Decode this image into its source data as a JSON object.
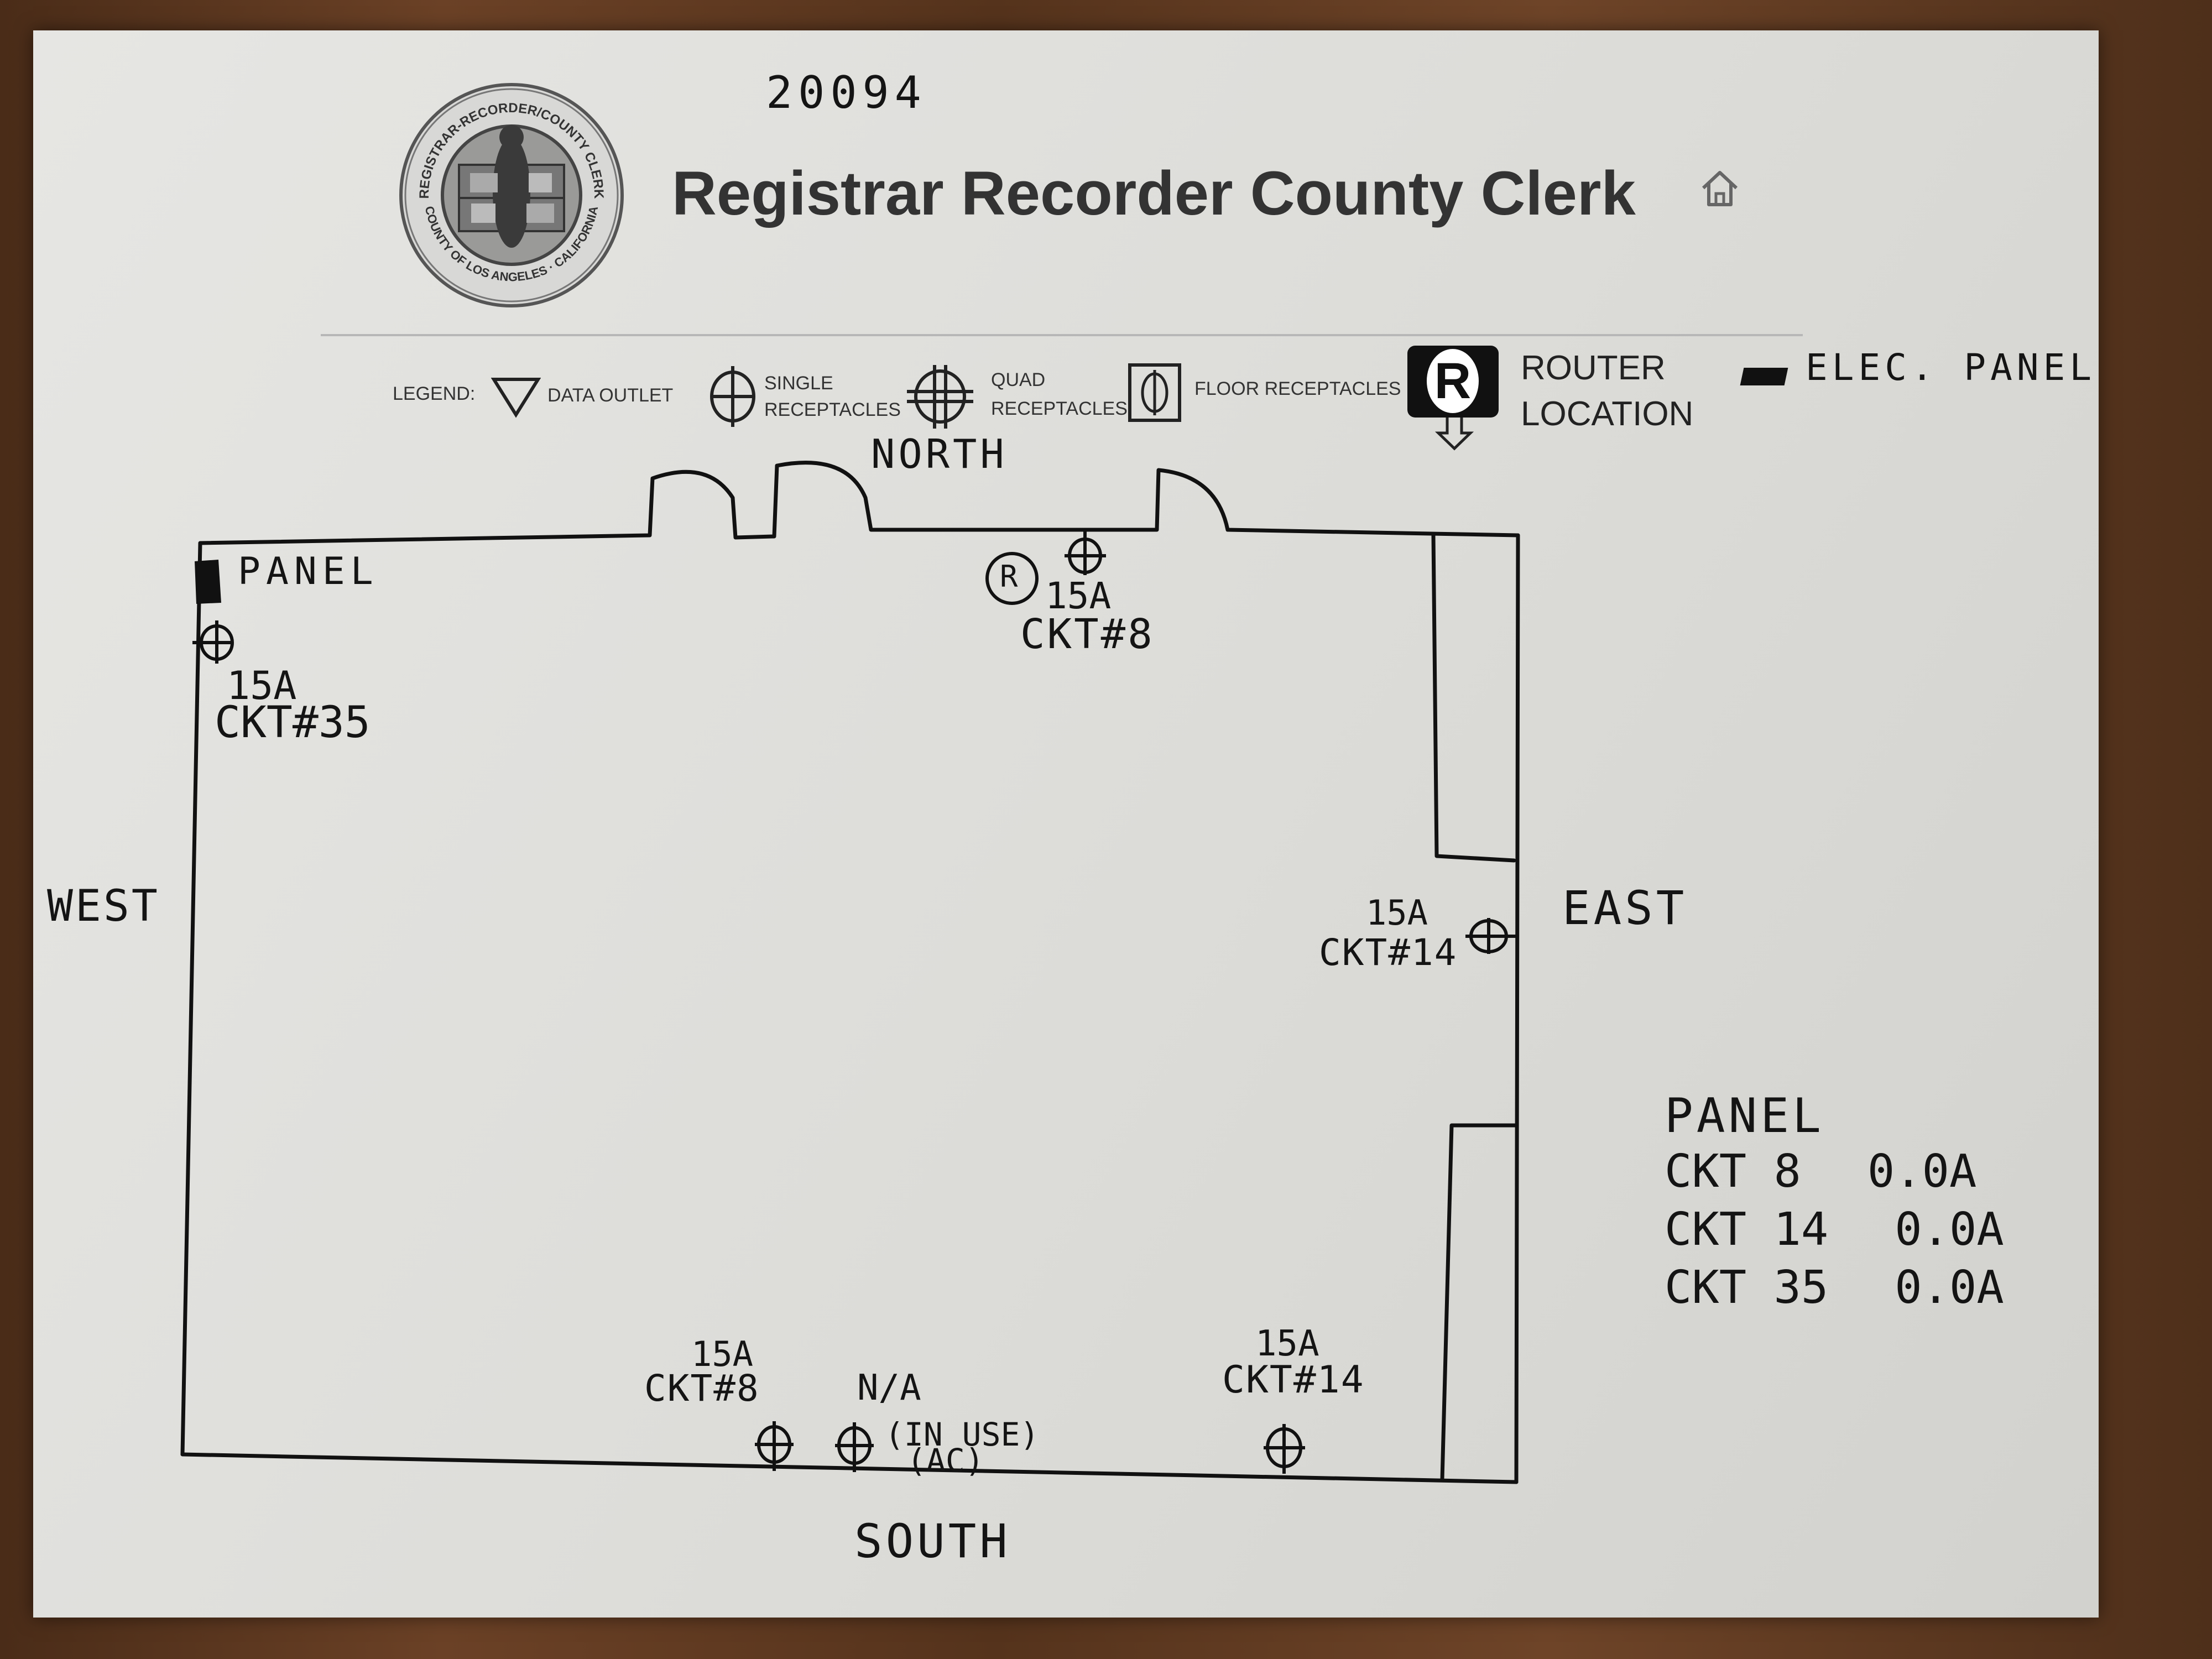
{
  "doc_number": "20094",
  "header": {
    "title": "Registrar Recorder County Clerk",
    "seal_top_text": "REGISTRAR-RECORDER/COUNTY CLERK",
    "seal_bottom_text": "COUNTY OF LOS ANGELES · CALIFORNIA",
    "home_icon": "home-icon"
  },
  "legend": {
    "label": "LEGEND:",
    "data_outlet": "DATA OUTLET",
    "single_receptacles_1": "SINGLE",
    "single_receptacles_2": "RECEPTACLES",
    "quad_receptacles_1": "QUAD",
    "quad_receptacles_2": "RECEPTACLES",
    "floor_receptacles": "FLOOR RECEPTACLES",
    "router_symbol": "R",
    "router_1": "ROUTER",
    "router_2": "LOCATION",
    "elec_panel": "ELEC. PANEL"
  },
  "compass": {
    "north": "NORTH",
    "south": "SOUTH",
    "east": "EAST",
    "west": "WEST"
  },
  "annotations": {
    "panel": "PANEL",
    "router_mark": "R",
    "west_rating": "15A",
    "west_circuit": "CKT#35",
    "north_rating": "15A",
    "north_circuit": "CKT#8",
    "east_rating": "15A",
    "east_circuit": "CKT#14",
    "south1_rating": "15A",
    "south1_circuit": "CKT#8",
    "south2_rating": "N/A",
    "south2_note1": "(IN USE)",
    "south2_note2": "(AC)",
    "south3_rating": "15A",
    "south3_circuit": "CKT#14"
  },
  "panel_table": {
    "title": "PANEL",
    "rows": [
      {
        "circuit": "CKT 8",
        "amps": "0.0A"
      },
      {
        "circuit": "CKT 14",
        "amps": "0.0A"
      },
      {
        "circuit": "CKT 35",
        "amps": "0.0A"
      }
    ]
  }
}
